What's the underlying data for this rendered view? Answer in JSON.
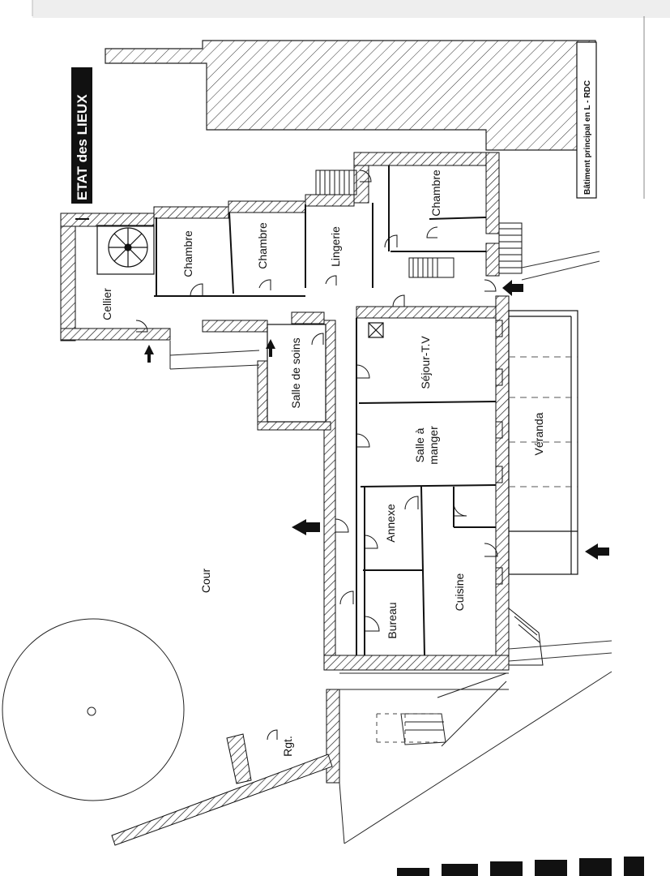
{
  "title": "ETAT des LIEUX",
  "subtitle": "Bâtiment principal en L - RDC",
  "rooms": {
    "cellier": "Cellier",
    "chambre_1": "Chambre",
    "chambre_2": "Chambre",
    "lingerie": "Lingerie",
    "chambre_3": "Chambre",
    "salle_de_soins": "Salle de soins",
    "sejour": "Séjour-T.V",
    "salle_a_manger_1": "Salle à",
    "salle_a_manger_2": "manger",
    "veranda": "Véranda",
    "annexe": "Annexe",
    "cuisine": "Cuisine",
    "bureau": "Bureau",
    "cour": "Cour",
    "rgt": "Rgt."
  }
}
